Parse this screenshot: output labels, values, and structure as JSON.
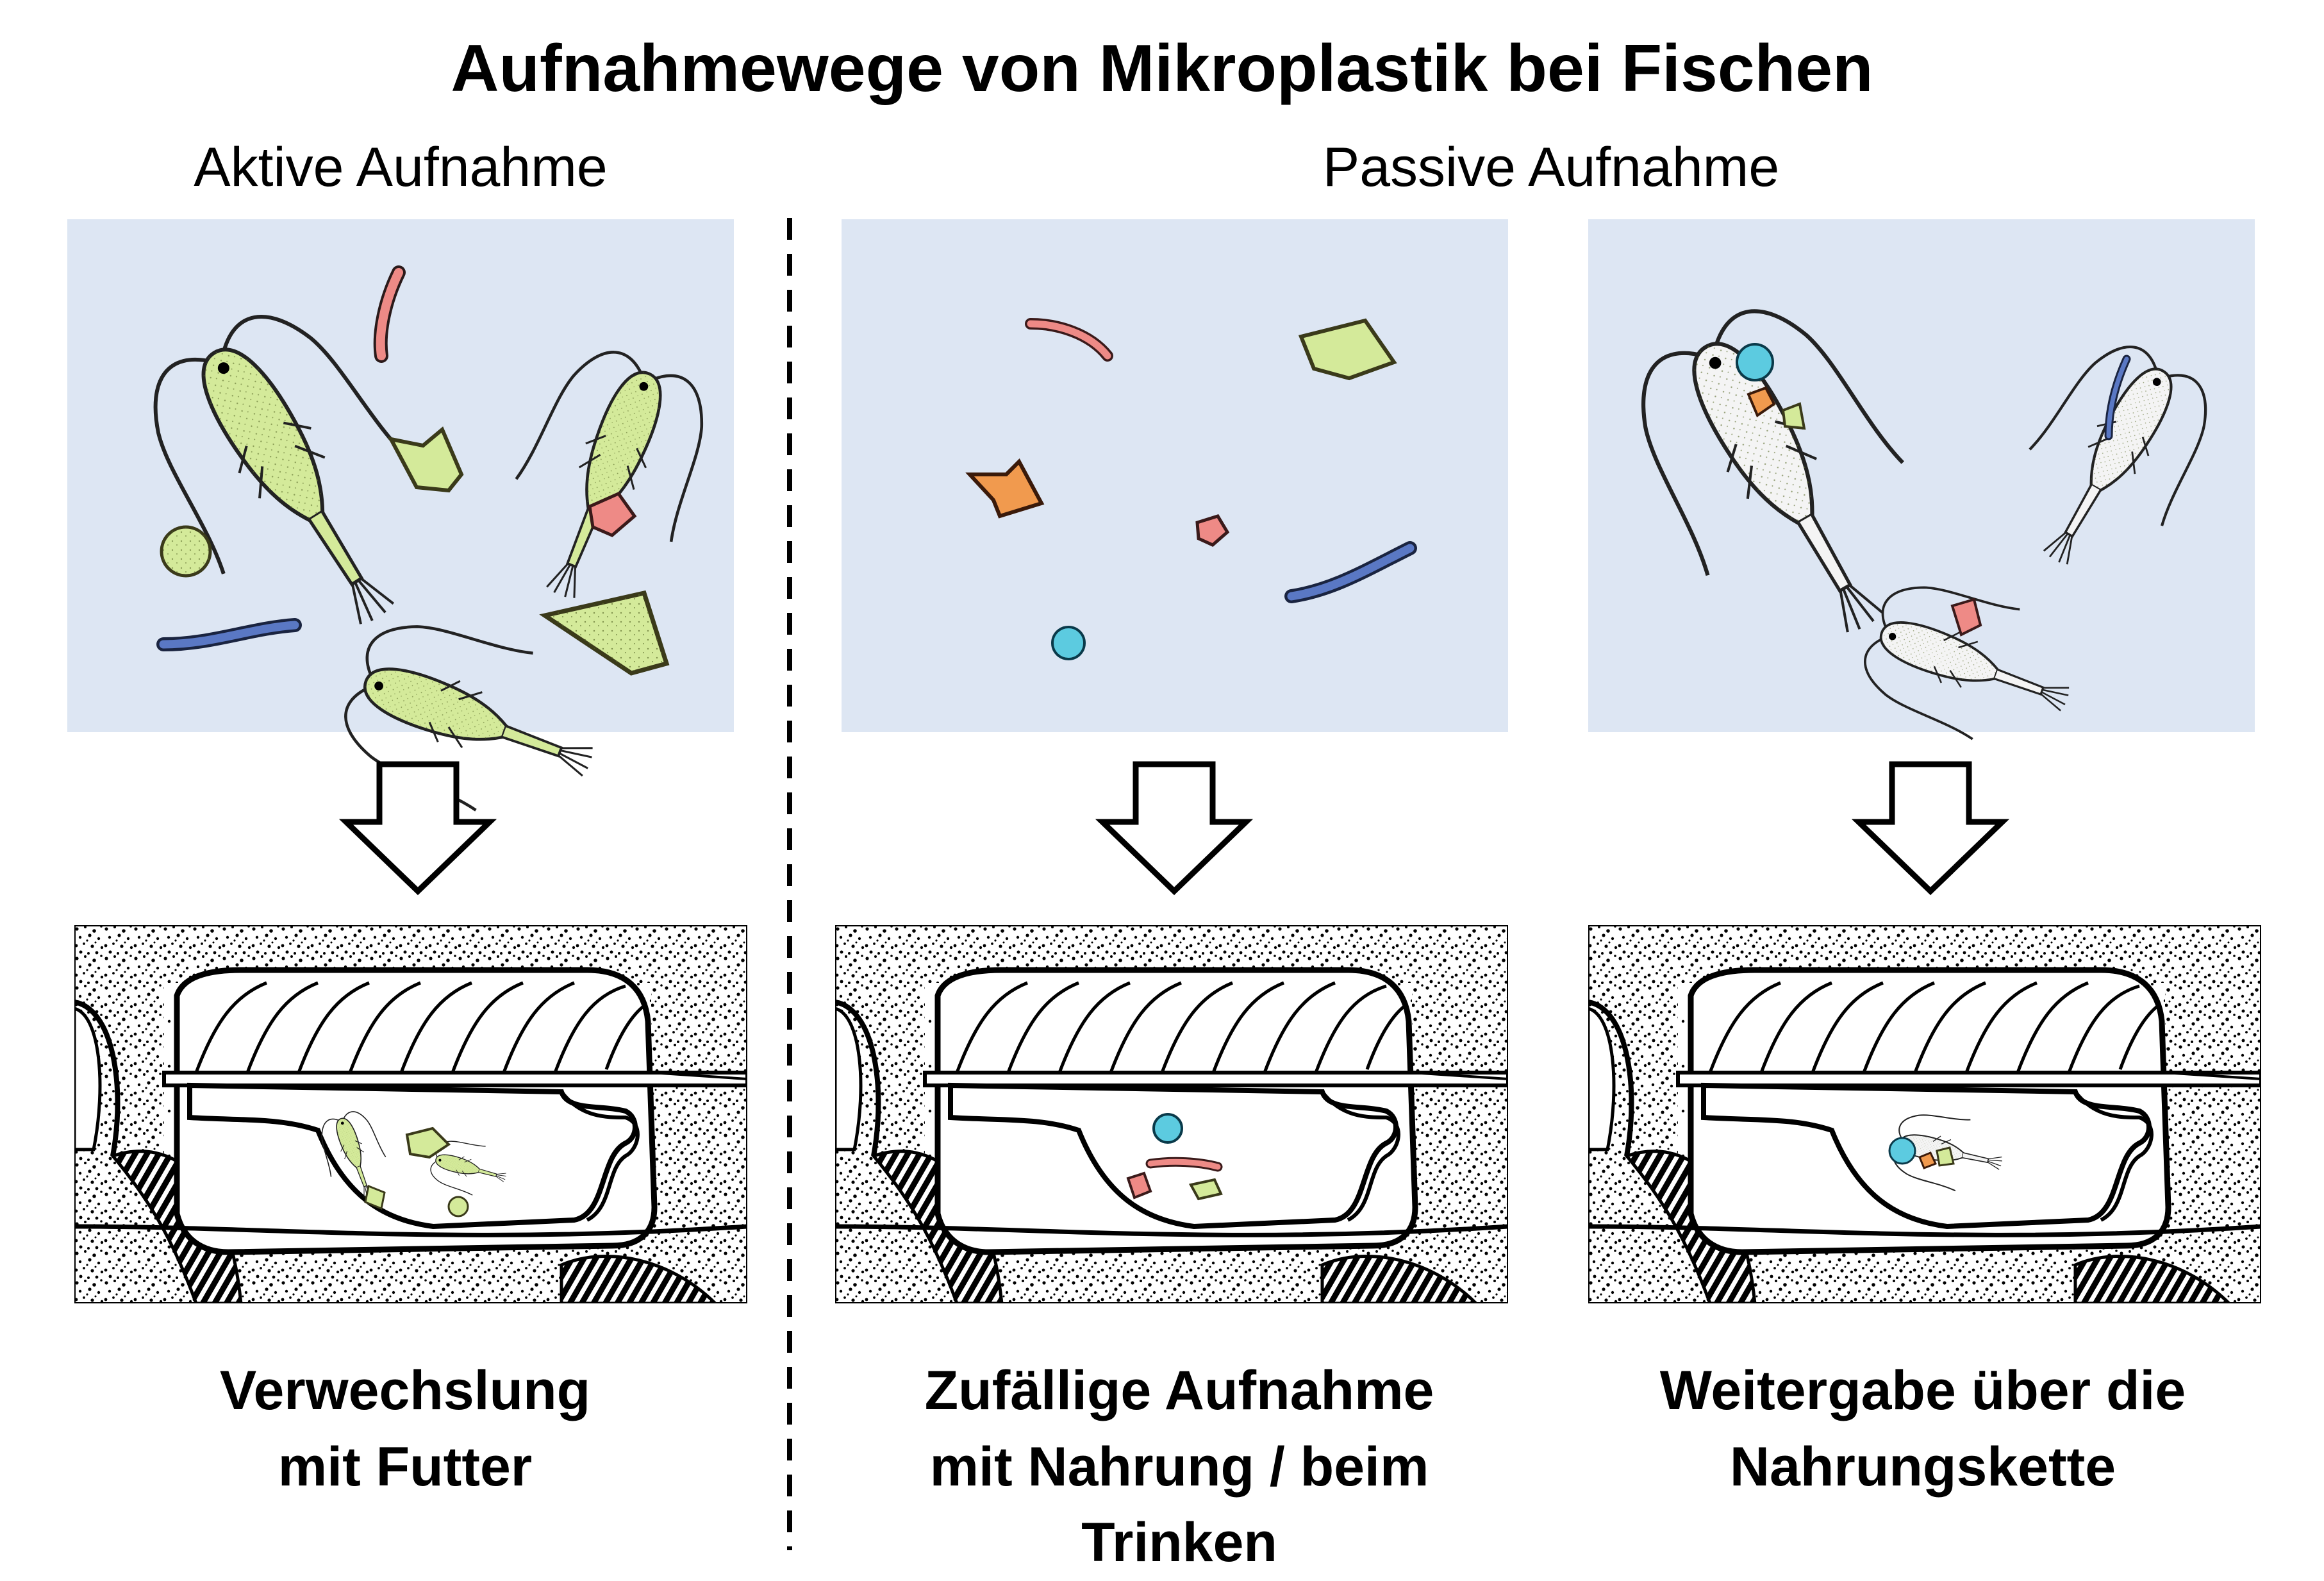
{
  "title": "Aufnahmewege von Mikroplastik bei Fischen",
  "headers": {
    "active": "Aktive Aufnahme",
    "passive": "Passive Aufnahme"
  },
  "captions": [
    {
      "line1": "Verwechslung",
      "line2": "mit Futter"
    },
    {
      "line1": "Zufällige Aufnahme",
      "line2": "mit Nahrung / beim Trinken"
    },
    {
      "line1": "Weitergabe über die",
      "line2": "Nahrungskette"
    }
  ],
  "colors": {
    "water": "#dde6f3",
    "plankton_green": "#d4ea9a",
    "plastic_red": "#ee8a86",
    "plastic_blue": "#5a78c4",
    "plastic_orange": "#f19a4e",
    "plastic_cyan": "#5ccbe0",
    "plankton_white": "#f4f4f4"
  },
  "icons": [
    "copepod",
    "microplastic-fragment",
    "microplastic-fiber",
    "microplastic-bead",
    "down-arrow",
    "fish-cross-section"
  ]
}
